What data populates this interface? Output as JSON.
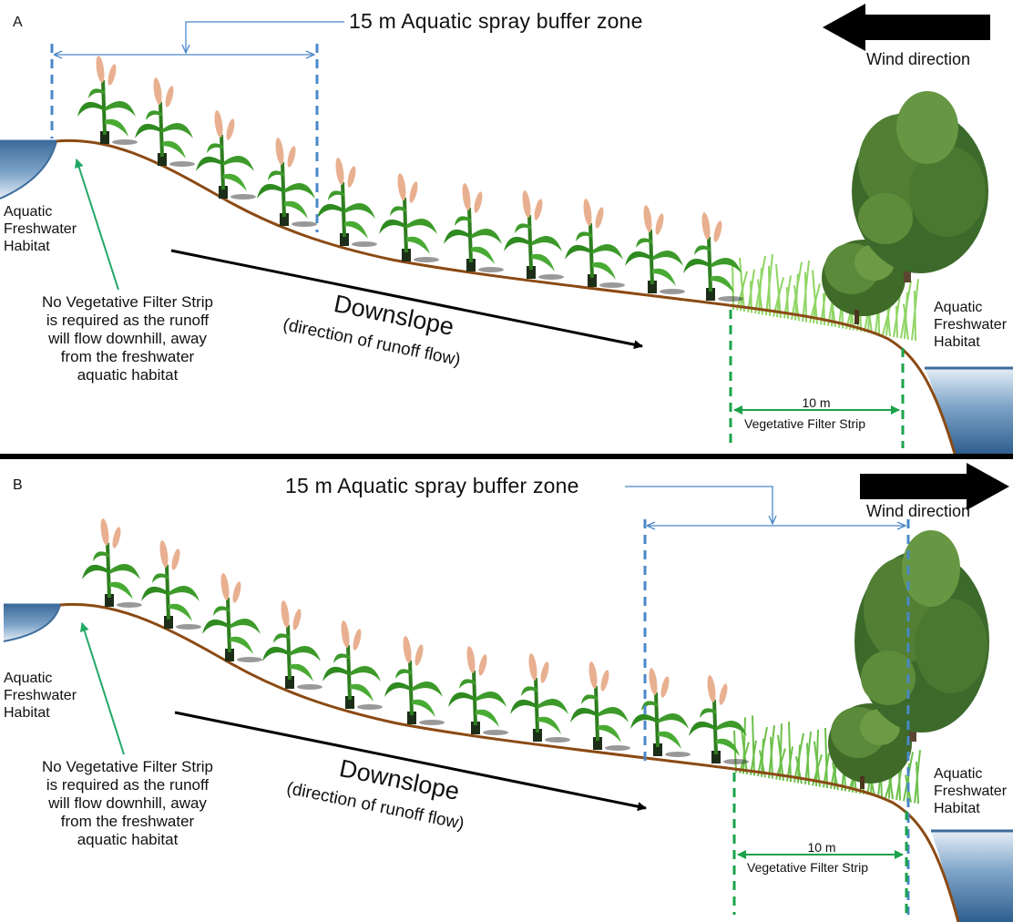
{
  "colors": {
    "ground_line": "#8b4a14",
    "buffer_line": "#4a88c8",
    "filter_strip_line": "#1aa34a",
    "green_arrow": "#22a866",
    "water_top": "#3d6c9c",
    "water_bottom": "#c8d8ea",
    "divider": "#000000"
  },
  "icons": {
    "wind_arrow": "wind-direction-arrow-icon",
    "crop": "corn-plant-icon",
    "tree": "deciduous-tree-icon",
    "shrub": "shrub-icon",
    "grass": "grass-tuft-icon"
  },
  "panels": [
    {
      "id": "A",
      "letter": "A",
      "buffer_zone_label": "15 m Aquatic spray buffer zone",
      "wind_label": "Wind direction",
      "wind_points": "left",
      "left_habitat": "Aquatic\nFreshwater\nHabitat",
      "right_habitat": "Aquatic\nFreshwater\nHabitat",
      "no_strip_note": "No Vegetative Filter Strip\nis required as the runoff\nwill flow downhill, away\nfrom the freshwater\naquatic habitat",
      "downslope_label": "Downslope",
      "runoff_label": "(direction of runoff flow)",
      "strip_distance": "10 m",
      "strip_label": "Vegetative Filter Strip"
    },
    {
      "id": "B",
      "letter": "B",
      "buffer_zone_label": "15 m Aquatic spray buffer zone",
      "wind_label": "Wind direction",
      "wind_points": "right",
      "left_habitat": "Aquatic\nFreshwater\nHabitat",
      "right_habitat": "Aquatic\nFreshwater\nHabitat",
      "no_strip_note": "No Vegetative Filter Strip\nis required as the runoff\nwill flow downhill, away\nfrom the freshwater\naquatic habitat",
      "downslope_label": "Downslope",
      "runoff_label": "(direction of runoff flow)",
      "strip_distance": "10 m",
      "strip_label": "Vegetative Filter Strip"
    }
  ]
}
